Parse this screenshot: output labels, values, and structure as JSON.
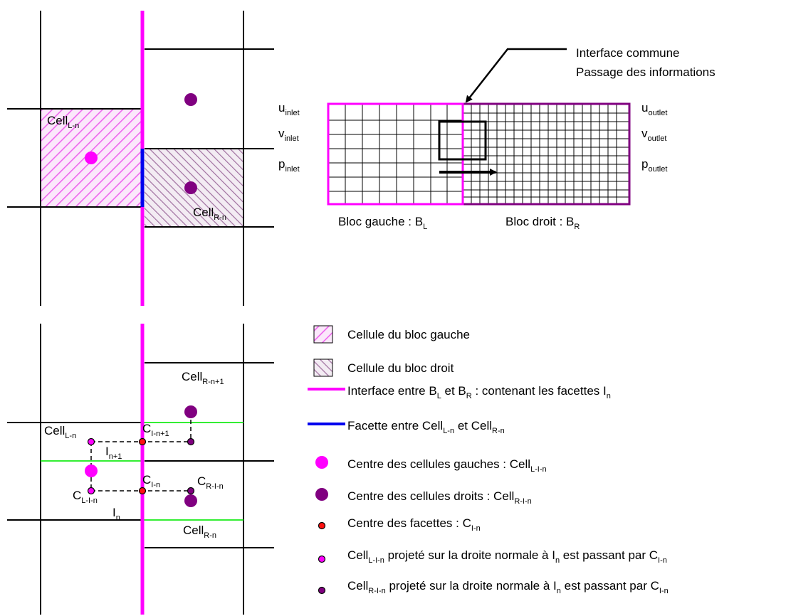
{
  "colors": {
    "interface": "#ff00ff",
    "facette": "#0000ee",
    "interface_facette": "#33ee33",
    "left_center": "#ff00ff",
    "right_center": "#800080",
    "facet_center": "#ff1111",
    "left_block_border": "#ff00ff",
    "right_block_border": "#800080",
    "left_hatch": "#ee66ee",
    "right_hatch": "#a070a0"
  },
  "top_left": {
    "cell_left": {
      "base": "Cell",
      "sub": "L-n"
    },
    "cell_right": {
      "base": "Cell",
      "sub": "R-n"
    }
  },
  "blocks": {
    "interface_annotation": [
      "Interface commune",
      "Passage des informations"
    ],
    "inlet": [
      {
        "base": "u",
        "sub": "inlet"
      },
      {
        "base": "v",
        "sub": "inlet"
      },
      {
        "base": "p",
        "sub": "inlet"
      }
    ],
    "outlet": [
      {
        "base": "u",
        "sub": "outlet"
      },
      {
        "base": "v",
        "sub": "outlet"
      },
      {
        "base": "p",
        "sub": "outlet"
      }
    ],
    "left_label": {
      "base": "Bloc gauche : B",
      "sub": "L"
    },
    "right_label": {
      "base": "Bloc droit : B",
      "sub": "R"
    }
  },
  "bottom_left": {
    "cell_r_n1": {
      "base": "Cell",
      "sub": "R-n+1"
    },
    "cell_l_n": {
      "base": "Cell",
      "sub": "L-n"
    },
    "c_i_n1": {
      "base": "C",
      "sub": "I-n+1"
    },
    "i_n1": {
      "base": "I",
      "sub": "n+1"
    },
    "c_i_n": {
      "base": "C",
      "sub": "I-n"
    },
    "c_r_i_n": {
      "base": "C",
      "sub": "R-I-n"
    },
    "c_l_i_n": {
      "base": "C",
      "sub": "L-I-n"
    },
    "i_n": {
      "base": "I",
      "sub": "n"
    },
    "cell_r_n": {
      "base": "Cell",
      "sub": "R-n"
    }
  },
  "legend": {
    "left_cell": "Cellule du bloc gauche",
    "right_cell": "Cellule du bloc droit",
    "interface": {
      "a": "Interface entre B",
      "a_sub": "L",
      "b": " et B",
      "b_sub": "R",
      "c": " : contenant les facettes I",
      "c_sub": "n"
    },
    "facette": {
      "a": "Facette entre Cell",
      "a_sub": "L-n",
      "b": " et Cell",
      "b_sub": "R-n"
    },
    "left_centers": {
      "a": "Centre des cellules gauches : Cell",
      "a_sub": "L-I-n"
    },
    "right_centers": {
      "a": "Centre des cellules droits : Cell",
      "a_sub": "R-I-n"
    },
    "facet_centers": {
      "a": "Centre des facettes : C",
      "a_sub": "I-n"
    },
    "left_projected": {
      "a": "Cell",
      "a_sub": "L-I-n",
      "b": " projeté sur la droite normale à I",
      "b_sub": "n",
      "c": " est passant par C",
      "c_sub": "I-n"
    },
    "right_projected": {
      "a": "Cell",
      "a_sub": "R-I-n",
      "b": " projeté sur la droite normale à I",
      "b_sub": "n",
      "c": " est passant par C",
      "c_sub": "I-n"
    }
  }
}
